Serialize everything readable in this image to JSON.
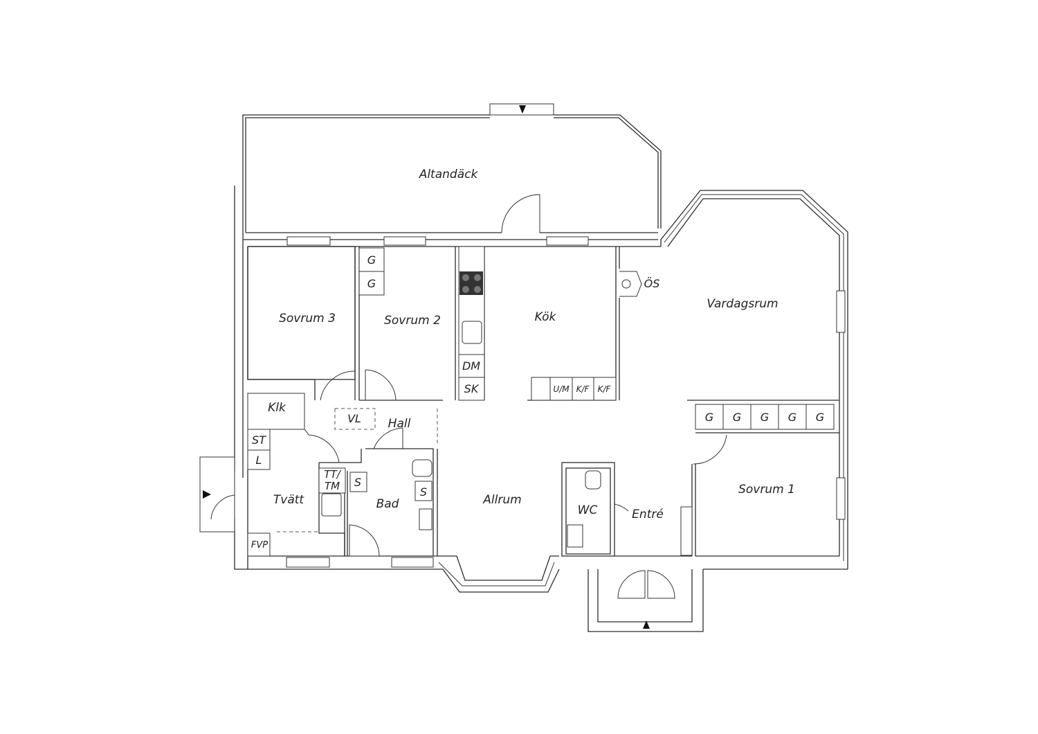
{
  "rooms": {
    "altandack": "Altandäck",
    "sovrum3": "Sovrum 3",
    "sovrum2": "Sovrum 2",
    "kok": "Kök",
    "vardagsrum": "Vardagsrum",
    "sovrum1": "Sovrum 1",
    "hall": "Hall",
    "allrum": "Allrum",
    "tvatt": "Tvätt",
    "bad": "Bad",
    "wc": "WC",
    "entre": "Entré",
    "klk": "Klk"
  },
  "fixtures": {
    "g": "G",
    "st": "ST",
    "l": "L",
    "vl": "VL",
    "tt": "TT/",
    "tm": "TM",
    "s": "S",
    "fvp": "FVP",
    "dm": "DM",
    "sk": "SK",
    "um": "U/M",
    "kf": "K/F",
    "os": "ÖS"
  }
}
